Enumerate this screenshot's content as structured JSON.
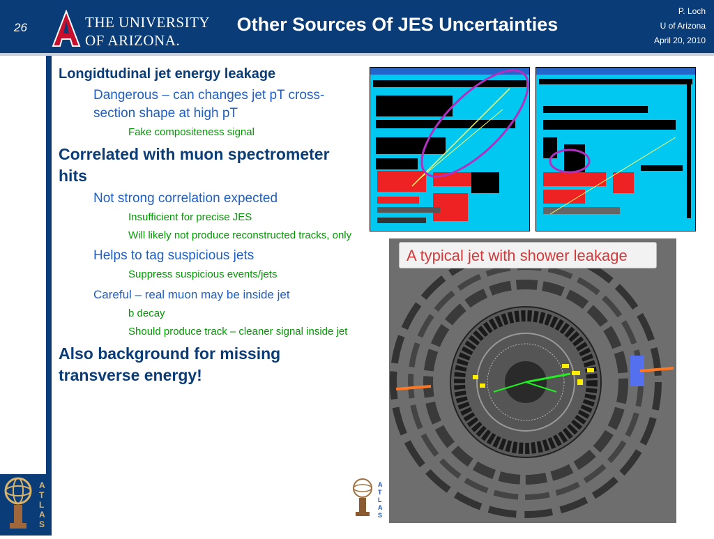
{
  "header": {
    "slide_number": "26",
    "university_line1": "THE UNIVERSITY",
    "university_line2": "OF ARIZONA.",
    "title": "Other Sources Of JES Uncertainties",
    "author": "P. Loch",
    "affiliation": "U of Arizona",
    "date": "April 20, 2010"
  },
  "body": {
    "b1": "Longidtudinal jet energy leakage",
    "b1_1": "Dangerous – can changes jet pT cross-section shape at high pT",
    "b1_1_1": "Fake compositeness signal",
    "b2": "Correlated with muon spectrometer hits",
    "b2_1": "Not strong correlation expected",
    "b2_1_1": "Insufficient for precise JES",
    "b2_1_2": "Will likely not produce reconstructed tracks, only",
    "b2_2": "Helps to tag suspicious jets",
    "b2_2_1": "Suppress suspicious events/jets",
    "b2_3": "Careful – real  muon may be inside jet",
    "b2_3_1": "b decay",
    "b2_3_2": "Should produce track – cleaner signal inside jet",
    "b3": "Also background for missing transverse energy!"
  },
  "figure": {
    "caption": "A typical jet with shower leakage",
    "atlas_label": "ATLAS"
  },
  "colors": {
    "navy": "#0a3c78",
    "blue_text": "#1f5fc2",
    "green_text": "#009900",
    "caption_red": "#d23a3a",
    "display_cyan": "#00c8f0"
  }
}
